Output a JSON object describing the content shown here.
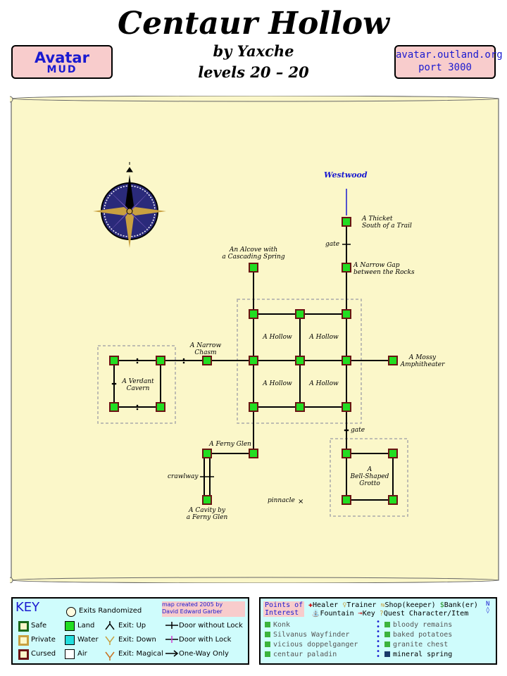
{
  "header": {
    "title": "Centaur Hollow",
    "author": "by Yaxche",
    "levels": "levels 20 – 20"
  },
  "badges": {
    "left_title": "Avatar",
    "left_sub": "MUD",
    "right_line1": "avatar.outland.org",
    "right_line2": "port 3000"
  },
  "map": {
    "exit_label": "Westwood",
    "rooms": [
      {
        "name": "A Thicket South of a Trail"
      },
      {
        "name": "A Narrow Gap between the Rocks"
      },
      {
        "name": "An Alcove with a Cascading Spring"
      },
      {
        "name": "A Hollow"
      },
      {
        "name": "A Narrow Chasm"
      },
      {
        "name": "A Verdant Cavern"
      },
      {
        "name": "A Mossy Amphitheater"
      },
      {
        "name": "A Ferny Glen"
      },
      {
        "name": "A Cavity by a Ferny Glen"
      },
      {
        "name": "A Bell-Shaped Grotto"
      }
    ],
    "labels": {
      "thicket_1": "A Thicket",
      "thicket_2": "South of a Trail",
      "gap_1": "A Narrow Gap",
      "gap_2": "between the Rocks",
      "alcove_1": "An Alcove with",
      "alcove_2": "a Cascading Spring",
      "hollow": "A Hollow",
      "chasm_1": "A Narrow",
      "chasm_2": "Chasm",
      "verdant_1": "A Verdant",
      "verdant_2": "Cavern",
      "mossy_1": "A Mossy",
      "mossy_2": "Amphitheater",
      "ferny": "A Ferny Glen",
      "cavity_1": "A Cavity by",
      "cavity_2": "a Ferny Glen",
      "grotto_1": "A",
      "grotto_2": "Bell-Shaped",
      "grotto_3": "Grotto",
      "gate_1": "gate",
      "gate_2": "gate",
      "crawlway": "crawlway",
      "pinnacle": "pinnacle"
    }
  },
  "key": {
    "title": "KEY",
    "exits_randomized": "Exits Randomized",
    "credit_line1": "map created 2005 by",
    "credit_line2": "David Edward Garber",
    "safe": "Safe",
    "private": "Private",
    "cursed": "Cursed",
    "land": "Land",
    "water": "Water",
    "air": "Air",
    "exit_up": "Exit: Up",
    "exit_down": "Exit: Down",
    "exit_magical": "Exit: Magical",
    "door_no_lock": "Door without Lock",
    "door_lock": "Door with Lock",
    "one_way": "One-Way Only"
  },
  "poi": {
    "head_line1": "Points of",
    "head_line2": "Interest",
    "legend": {
      "healer": "Healer",
      "trainer": "Trainer",
      "shop": "Shop(keeper)",
      "bank": "Bank(er)",
      "fountain": "Fountain",
      "key": "Key",
      "quest": "Quest Character/Item"
    },
    "left_items": [
      "Konk",
      "Silvanus Wayfinder",
      "vicious doppelganger",
      "centaur paladin"
    ],
    "right_items": [
      "bloody remains",
      "baked potatoes",
      "granite chest",
      "mineral spring"
    ]
  },
  "colors": {
    "parchment": "#fbf7c9",
    "land": "#22dd22",
    "room_border": "#6b1414",
    "key_bg": "#cffcfc",
    "badge_bg": "#f8cccc",
    "label_blue": "#1a1ad0"
  }
}
